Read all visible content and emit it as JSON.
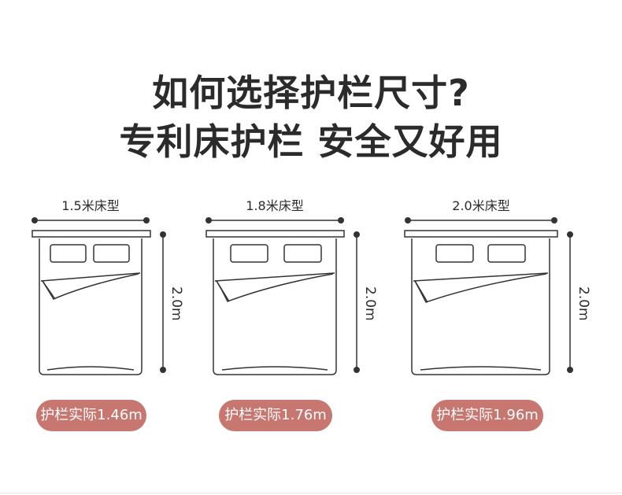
{
  "headline": {
    "line1": "如何选择护栏尺寸?",
    "line2": "专利床护栏 安全又好用"
  },
  "colors": {
    "text": "#2b2b2b",
    "line": "#333333",
    "pill": "#c87670"
  },
  "beds": [
    {
      "size_label": "1.5米床型",
      "length_label": "2.0m",
      "actual_label": "护栏实际1.46m"
    },
    {
      "size_label": "1.8米床型",
      "length_label": "2.0m",
      "actual_label": "护栏实际1.76m"
    },
    {
      "size_label": "2.0米床型",
      "length_label": "2.0m",
      "actual_label": "护栏实际1.96m"
    }
  ]
}
